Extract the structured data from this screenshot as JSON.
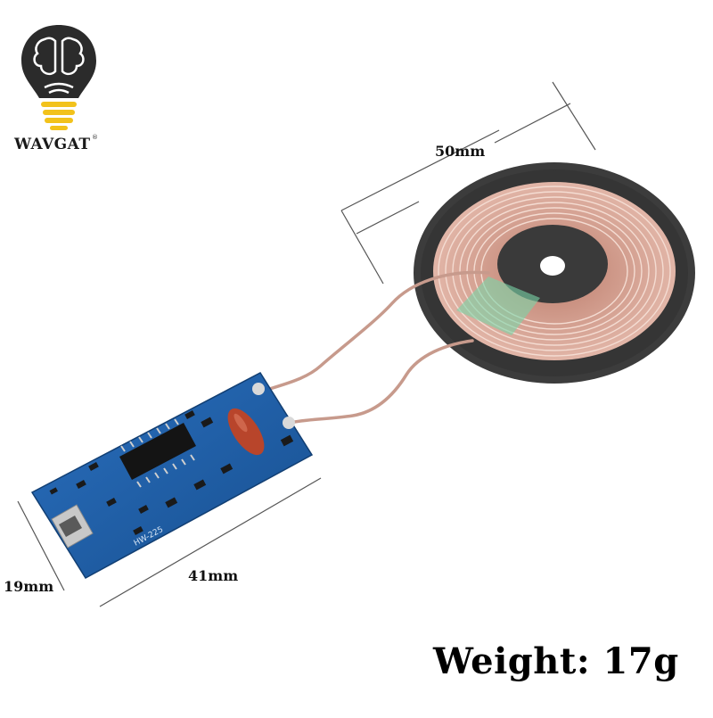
{
  "brand": {
    "name": "WAVGAT",
    "registered_mark": "®",
    "logo_icon": "brain-lightbulb-icon"
  },
  "product": {
    "board_marking": "HW-225",
    "description_icons": [
      "pcb-module",
      "wireless-charging-coil",
      "micro-usb-port"
    ]
  },
  "dimensions": {
    "coil_diameter": "50mm",
    "board_length": "41mm",
    "board_width": "19mm"
  },
  "weight_label": "Weight: 17g",
  "colors": {
    "pcb": "#1f5fa8",
    "coil_copper": "#d8a898",
    "ferrite": "#3c3c3c",
    "logo_bulb": "#f2c21b",
    "capacitor": "#b8452b"
  }
}
